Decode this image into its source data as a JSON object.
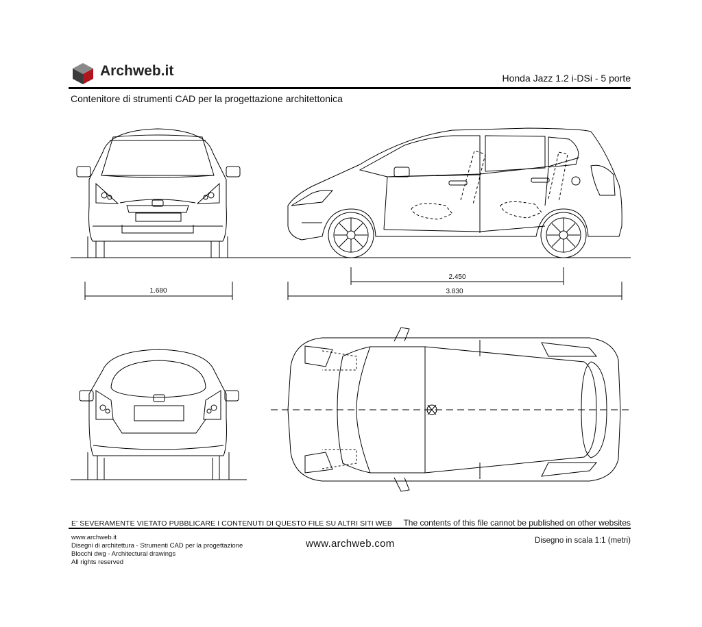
{
  "header": {
    "brand": "Archweb.it",
    "drawing_title": "Honda Jazz 1.2 i-DSi - 5 porte",
    "subtitle": "Contenitore di strumenti CAD per la progettazione architettonica"
  },
  "dimensions": {
    "front_width": "1.680",
    "wheelbase": "2.450",
    "length": "3.830"
  },
  "footer": {
    "warning_it": "E' SEVERAMENTE VIETATO PUBBLICARE I CONTENUTI DI QUESTO FILE SU ALTRI SITI WEB",
    "warning_en": "The contents of this file cannot be published on other websites",
    "lines": [
      "www.archweb.it",
      "Disegni di architettura - Strumenti CAD  per la progettazione",
      "Blocchi dwg - Architectural drawings",
      "All rights reserved"
    ],
    "site": "www.archweb.com",
    "scale": "Disegno in scala 1:1 (metri)"
  },
  "colors": {
    "logo_dark": "#3a3a3a",
    "logo_red": "#b0151d",
    "logo_gray": "#8a8a8a",
    "line": "#000000"
  }
}
